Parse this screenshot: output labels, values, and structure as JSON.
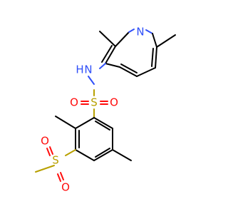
{
  "molecule": {
    "atoms": {
      "pyridine_n": "N",
      "amine_n": "N",
      "amine_h": "H",
      "sulfonamide_s": "S",
      "sulfonamide_o_left": "O",
      "sulfonamide_o_right": "O",
      "sulfone_s": "S",
      "sulfone_o_top": "O",
      "sulfone_o_bottom": "O"
    }
  },
  "colors": {
    "nitrogen": "#3050F8",
    "oxygen": "#FF0D0D",
    "sulfur": "#B8A000",
    "carbon_bond": "#000000",
    "background": "#FFFFFF"
  }
}
